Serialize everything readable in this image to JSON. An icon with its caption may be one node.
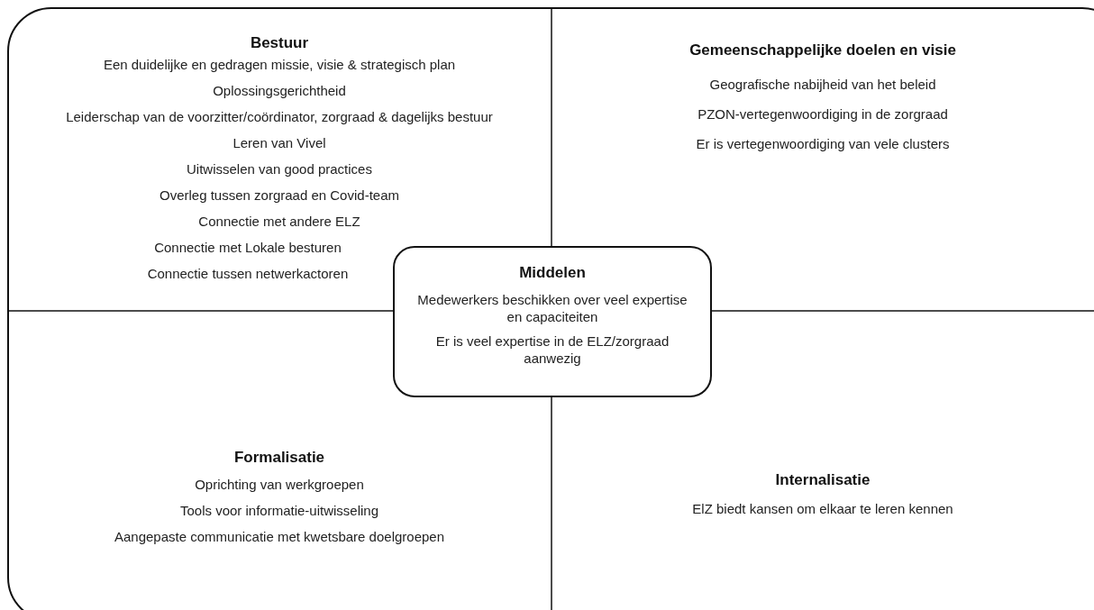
{
  "diagram": {
    "nodes": [
      {
        "text": [
          "Bestuur",
          "Een duidelijke en gedragen missie, visie & strategisch plan",
          "Oplossingsgerichtheid",
          "Leiderschap van de voorzitter/coördinator, zorgraad & dagelijks bestuur",
          "Leren van Vivel",
          "Uitwisselen van good practices",
          "Overleg tussen zorgraad en Covid-team",
          "Connectie met andere ELZ",
          "Connectie met Lokale besturen",
          "Connectie tussen netwerkactoren"
        ]
      },
      {
        "text": [
          "Gemeenschappelijke doelen en visie",
          "Geografische nabijheid van het beleid",
          "PZON-vertegenwoordiging in de zorgraad",
          "Er is vertegenwoordiging van vele clusters"
        ]
      },
      {
        "text": [
          "Formalisatie",
          "Oprichting van werkgroepen",
          "Tools voor informatie-uitwisseling",
          "Aangepaste communicatie met kwetsbare doelgroepen"
        ]
      },
      {
        "text": [
          "Internalisatie",
          "ElZ biedt kansen om elkaar te leren kennen"
        ]
      },
      {
        "text": [
          "Middelen",
          "Medewerkers beschikken over veel expertise en capaciteiten",
          "Er is veel expertise in de ELZ/zorgraad aanwezig"
        ]
      }
    ]
  }
}
